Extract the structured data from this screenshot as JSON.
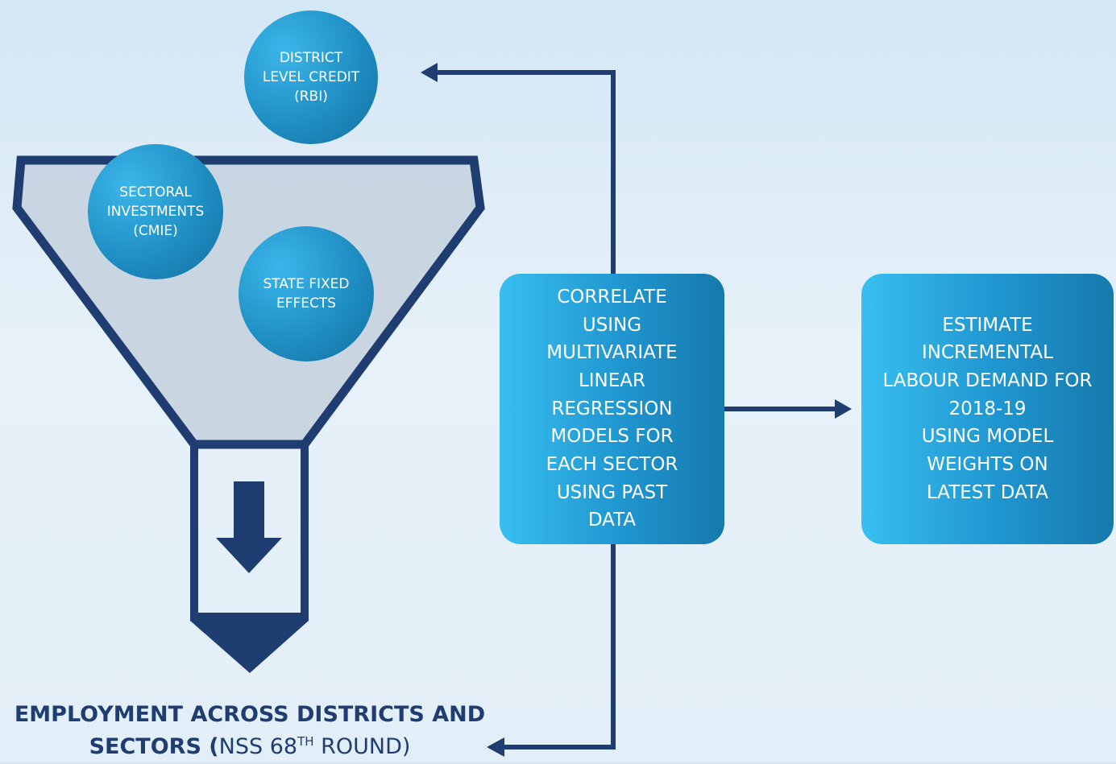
{
  "colors": {
    "navy": "#1f3d70",
    "circle_blue": "#1f8fc4",
    "box_blue": "#1f95cf",
    "funnel_fill": "#c5d3df",
    "background": "#dcebf6"
  },
  "icons": [
    "arrow-down-icon",
    "arrow-left-icon",
    "arrow-right-icon"
  ],
  "inputs": {
    "district_credit": "DISTRICT\nLEVEL CREDIT\n(RBI)",
    "sectoral_investments": "SECTORAL\nINVESTMENTS\n(CMIE)",
    "state_fixed_effects": "STATE FIXED\nEFFECTS"
  },
  "process": {
    "correlate": "CORRELATE\nUSING\nMULTIVARIATE\nLINEAR\nREGRESSION\nMODELS FOR\nEACH SECTOR\nUSING PAST\nDATA",
    "estimate": "ESTIMATE\nINCREMENTAL\nLABOUR DEMAND FOR\n2018-19\nUSING MODEL\nWEIGHTS ON\nLATEST DATA"
  },
  "output": {
    "line1": "EMPLOYMENT ACROSS DISTRICTS AND",
    "line2_bold": "SECTORS (",
    "line2_thin": "NSS 68",
    "line2_sup": "TH",
    "line2_end": " ROUND)"
  }
}
